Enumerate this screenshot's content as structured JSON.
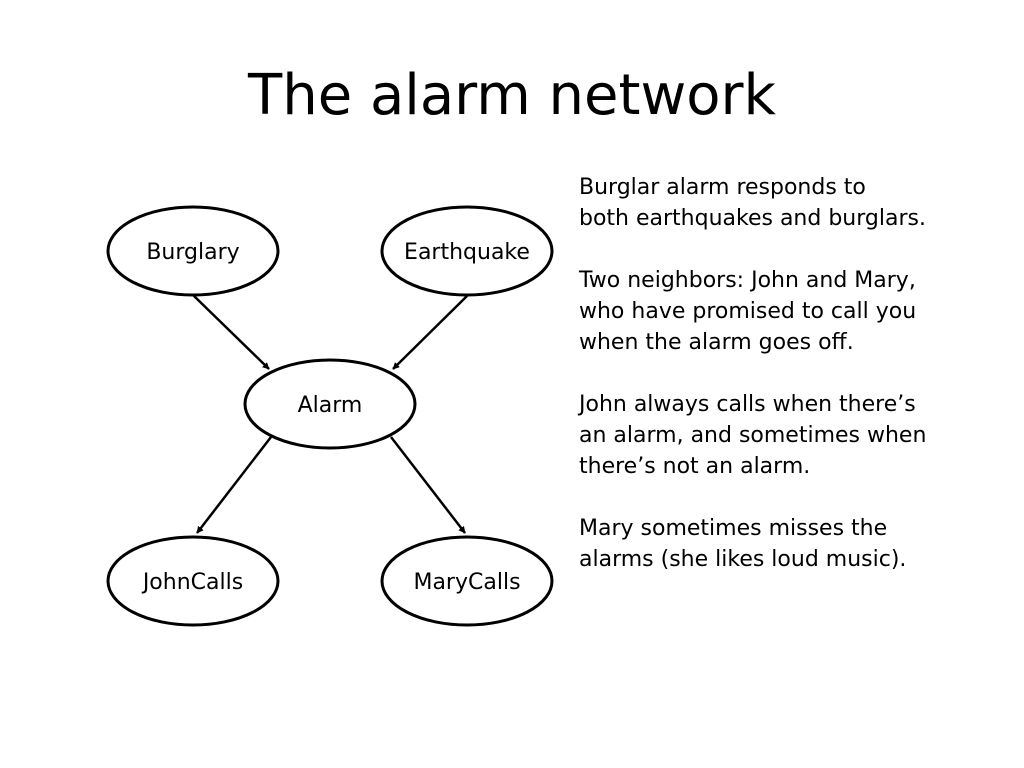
{
  "slide": {
    "title": "The alarm network"
  },
  "network": {
    "nodes": {
      "burglary": "Burglary",
      "earthquake": "Earthquake",
      "alarm": "Alarm",
      "john_calls": "JohnCalls",
      "mary_calls": "MaryCalls"
    },
    "edges": [
      {
        "from": "Burglary",
        "to": "Alarm"
      },
      {
        "from": "Earthquake",
        "to": "Alarm"
      },
      {
        "from": "Alarm",
        "to": "JohnCalls"
      },
      {
        "from": "Alarm",
        "to": "MaryCalls"
      }
    ]
  },
  "notes": [
    "Burglar alarm responds to\nboth earthquakes and burglars.",
    "Two neighbors: John and Mary,\nwho have promised to call you\nwhen the alarm goes off.",
    "John always calls when there’s\nan alarm, and sometimes when\nthere’s not an alarm.",
    "Mary sometimes misses the\nalarms (she likes loud music)."
  ]
}
